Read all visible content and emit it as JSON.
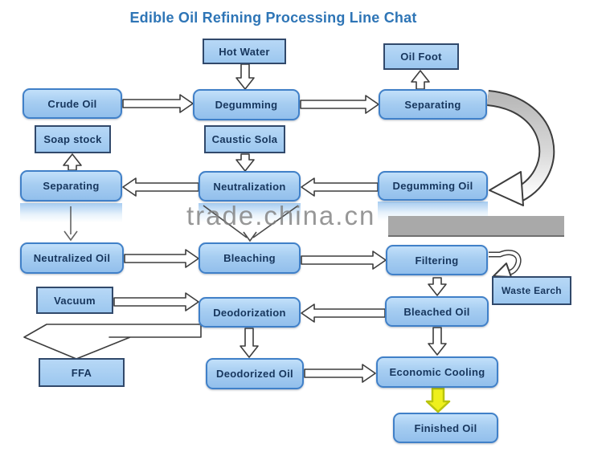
{
  "title": "Edible Oil Refining Processing Line Chat",
  "watermark": "trade.china.cn",
  "colors": {
    "title_blue": "#2e75b6",
    "box_fill": "#a6cdf1",
    "box_border_round": "#4080c8",
    "box_border_rect": "#31496b",
    "label_text": "#17365d",
    "arrow_outline": "#3d3d3d",
    "curved_arrow_gray": "#c4c4c4",
    "highlight_arrow_yellow": "#eef01c",
    "watermark_gray": "#8a8a8a"
  },
  "nodes": {
    "hot_water": {
      "label": "Hot Water"
    },
    "oil_foot": {
      "label": "Oil Foot"
    },
    "crude_oil": {
      "label": "Crude Oil"
    },
    "degumming": {
      "label": "Degumming"
    },
    "separating_1": {
      "label": "Separating"
    },
    "soap_stock": {
      "label": "Soap stock"
    },
    "caustic_sola": {
      "label": "Caustic Sola"
    },
    "separating_2": {
      "label": "Separating"
    },
    "neutralization": {
      "label": "Neutralization"
    },
    "degumming_oil": {
      "label": "Degumming Oil"
    },
    "neutralized_oil": {
      "label": "Neutralized Oil"
    },
    "bleaching": {
      "label": "Bleaching"
    },
    "filtering": {
      "label": "Filtering"
    },
    "waste_earch": {
      "label": "Waste Earch"
    },
    "vacuum": {
      "label": "Vacuum"
    },
    "deodorization": {
      "label": "Deodorization"
    },
    "bleached_oil": {
      "label": "Bleached Oil"
    },
    "ffa": {
      "label": "FFA"
    },
    "deodorized_oil": {
      "label": "Deodorized Oil"
    },
    "economic_cooling": {
      "label": "Economic Cooling"
    },
    "finished_oil": {
      "label": "Finished Oil"
    }
  },
  "edges": [
    {
      "from": "Hot Water",
      "to": "Degumming"
    },
    {
      "from": "Crude Oil",
      "to": "Degumming"
    },
    {
      "from": "Degumming",
      "to": "Separating"
    },
    {
      "from": "Separating",
      "to": "Oil Foot"
    },
    {
      "from": "Separating",
      "to": "Degumming Oil",
      "style": "curved-gray"
    },
    {
      "from": "Degumming Oil",
      "to": "Neutralization"
    },
    {
      "from": "Caustic Sola",
      "to": "Neutralization"
    },
    {
      "from": "Neutralization",
      "to": "Separating"
    },
    {
      "from": "Separating",
      "to": "Soap stock"
    },
    {
      "from": "Separating",
      "to": "Neutralized Oil"
    },
    {
      "from": "Neutralization",
      "to": "Bleaching"
    },
    {
      "from": "Neutralized Oil",
      "to": "Bleaching"
    },
    {
      "from": "Bleaching",
      "to": "Filtering"
    },
    {
      "from": "Filtering",
      "to": "Waste Earch",
      "style": "curl"
    },
    {
      "from": "Filtering",
      "to": "Bleached Oil"
    },
    {
      "from": "Vacuum",
      "to": "Deodorization"
    },
    {
      "from": "Bleached Oil",
      "to": "Deodorization"
    },
    {
      "from": "Deodorization",
      "to": "FFA",
      "style": "elbow"
    },
    {
      "from": "Deodorization",
      "to": "Deodorized Oil"
    },
    {
      "from": "Bleached Oil",
      "to": "Economic Cooling"
    },
    {
      "from": "Deodorized Oil",
      "to": "Economic Cooling"
    },
    {
      "from": "Economic Cooling",
      "to": "Finished Oil",
      "style": "yellow"
    }
  ]
}
